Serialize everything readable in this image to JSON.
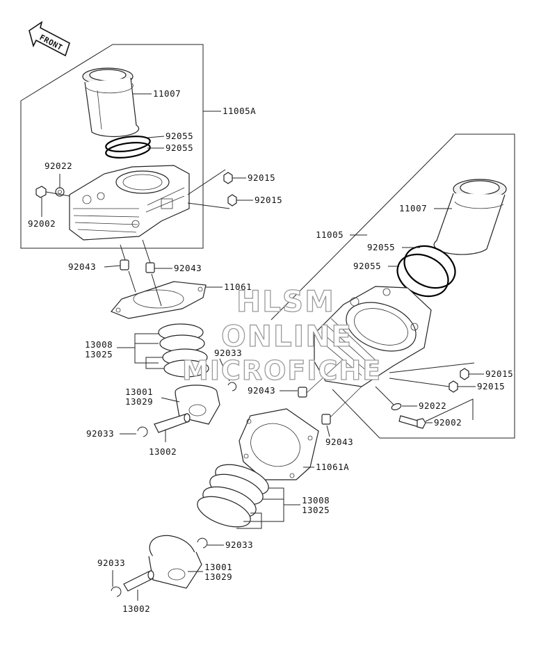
{
  "orientation": {
    "front_label": "FRONT"
  },
  "watermark": {
    "line1": "HLSM",
    "line2": "ONLINE",
    "line3": "MICROFICHE"
  },
  "colors": {
    "line": "#222222",
    "watermark_stroke": "#9a9a9a",
    "background": "#ffffff"
  },
  "upper_group": {
    "assembly": "11005A",
    "sleeve": "11007",
    "o_ring_1": "92055",
    "o_ring_2": "92055",
    "washer": "92022",
    "bolt": "92002",
    "nut_1": "92015",
    "nut_2": "92015",
    "dowel_left": "92043",
    "dowel_right": "92043",
    "gasket": "11061",
    "rings_1": "13008",
    "rings_2": "13025",
    "circlip_right": "92033",
    "piston_1": "13001",
    "piston_2": "13029",
    "circlip_left": "92033",
    "pin": "13002"
  },
  "lower_group": {
    "assembly": "11005",
    "sleeve": "11007",
    "o_ring_1": "92055",
    "o_ring_2": "92055",
    "nut_1": "92015",
    "nut_2": "92015",
    "washer": "92022",
    "bolt": "92002",
    "dowel_left": "92043",
    "dowel_right": "92043",
    "gasket": "11061A",
    "rings_1": "13008",
    "rings_2": "13025",
    "circlip_right": "92033",
    "piston_1": "13001",
    "piston_2": "13029",
    "circlip_left": "92033",
    "pin": "13002"
  }
}
